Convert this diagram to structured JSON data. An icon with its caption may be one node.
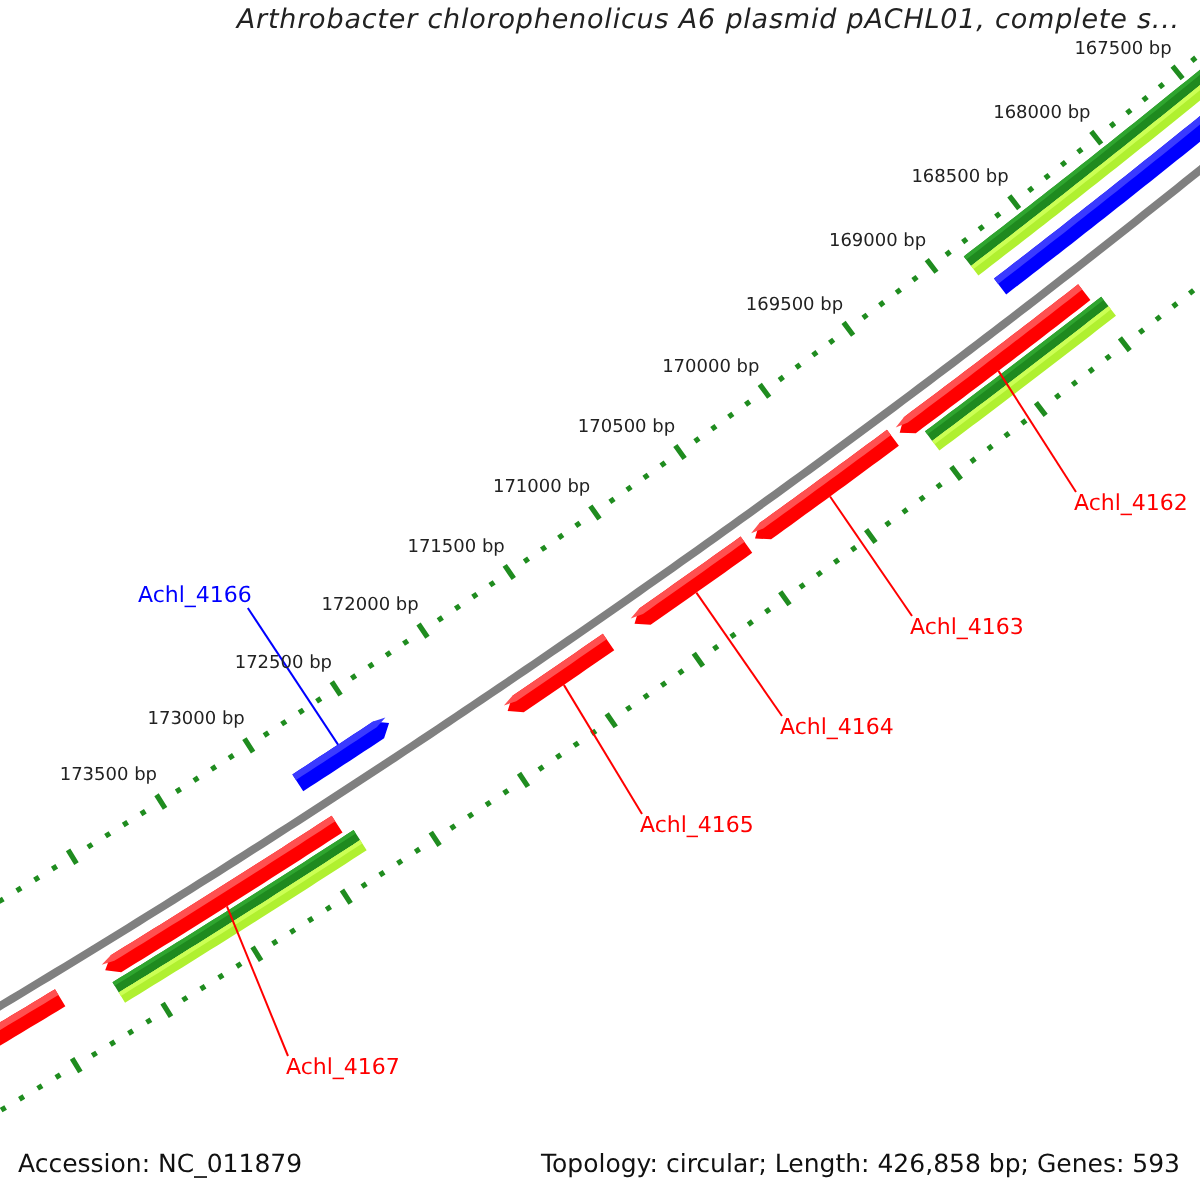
{
  "diagram": {
    "title": "Arthrobacter chlorophenolicus A6 plasmid pACHL01, complete s...",
    "nodes": [
      {
        "text": [],
        "shape": "bar"
      },
      {
        "text": [],
        "shape": "bar"
      },
      {
        "text": [],
        "shape": "bar"
      },
      {
        "text": [],
        "shape": "bar"
      },
      {
        "text": [],
        "shape": "bar"
      },
      {
        "text": [],
        "shape": "bar"
      },
      {
        "text": [
          "Achl_4162"
        ]
      },
      {
        "text": [],
        "shape": "bar"
      },
      {
        "text": [
          "Achl_4163"
        ]
      },
      {
        "text": [],
        "shape": "bar"
      },
      {
        "text": [
          "Achl_4164"
        ]
      },
      {
        "text": [],
        "shape": "bar"
      },
      {
        "text": [
          "Achl_4165"
        ]
      },
      {
        "text": [
          "Achl_4166"
        ]
      },
      {
        "text": [],
        "shape": "bar"
      },
      {
        "text": [],
        "shape": "bar"
      },
      {
        "text": [],
        "shape": "bar"
      },
      {
        "text": [],
        "shape": "bar"
      },
      {
        "text": [],
        "shape": "bar"
      },
      {
        "text": [
          "Achl_4167"
        ]
      }
    ],
    "edges": [
      {
        "from": 6,
        "to": 3,
        "arrow": "none"
      },
      {
        "from": 8,
        "to": 7,
        "arrow": "none"
      },
      {
        "from": 10,
        "to": 9,
        "arrow": "none"
      },
      {
        "from": 12,
        "to": 11,
        "arrow": "none"
      },
      {
        "from": 13,
        "to": 14,
        "arrow": "none",
        "color": "#0000ff"
      },
      {
        "from": 19,
        "to": 15,
        "arrow": "none"
      }
    ],
    "labels": [
      "167500 bp",
      "168000 bp",
      "168500 bp",
      "169000 bp",
      "169500 bp",
      "170000 bp",
      "170500 bp",
      "171000 bp",
      "171500 bp",
      "172000 bp",
      "172500 bp",
      "173000 bp",
      "173500 bp",
      "Accession: NC_011879",
      "Topology: circular; Length: 426,858 bp; Genes: 593"
    ]
  }
}
